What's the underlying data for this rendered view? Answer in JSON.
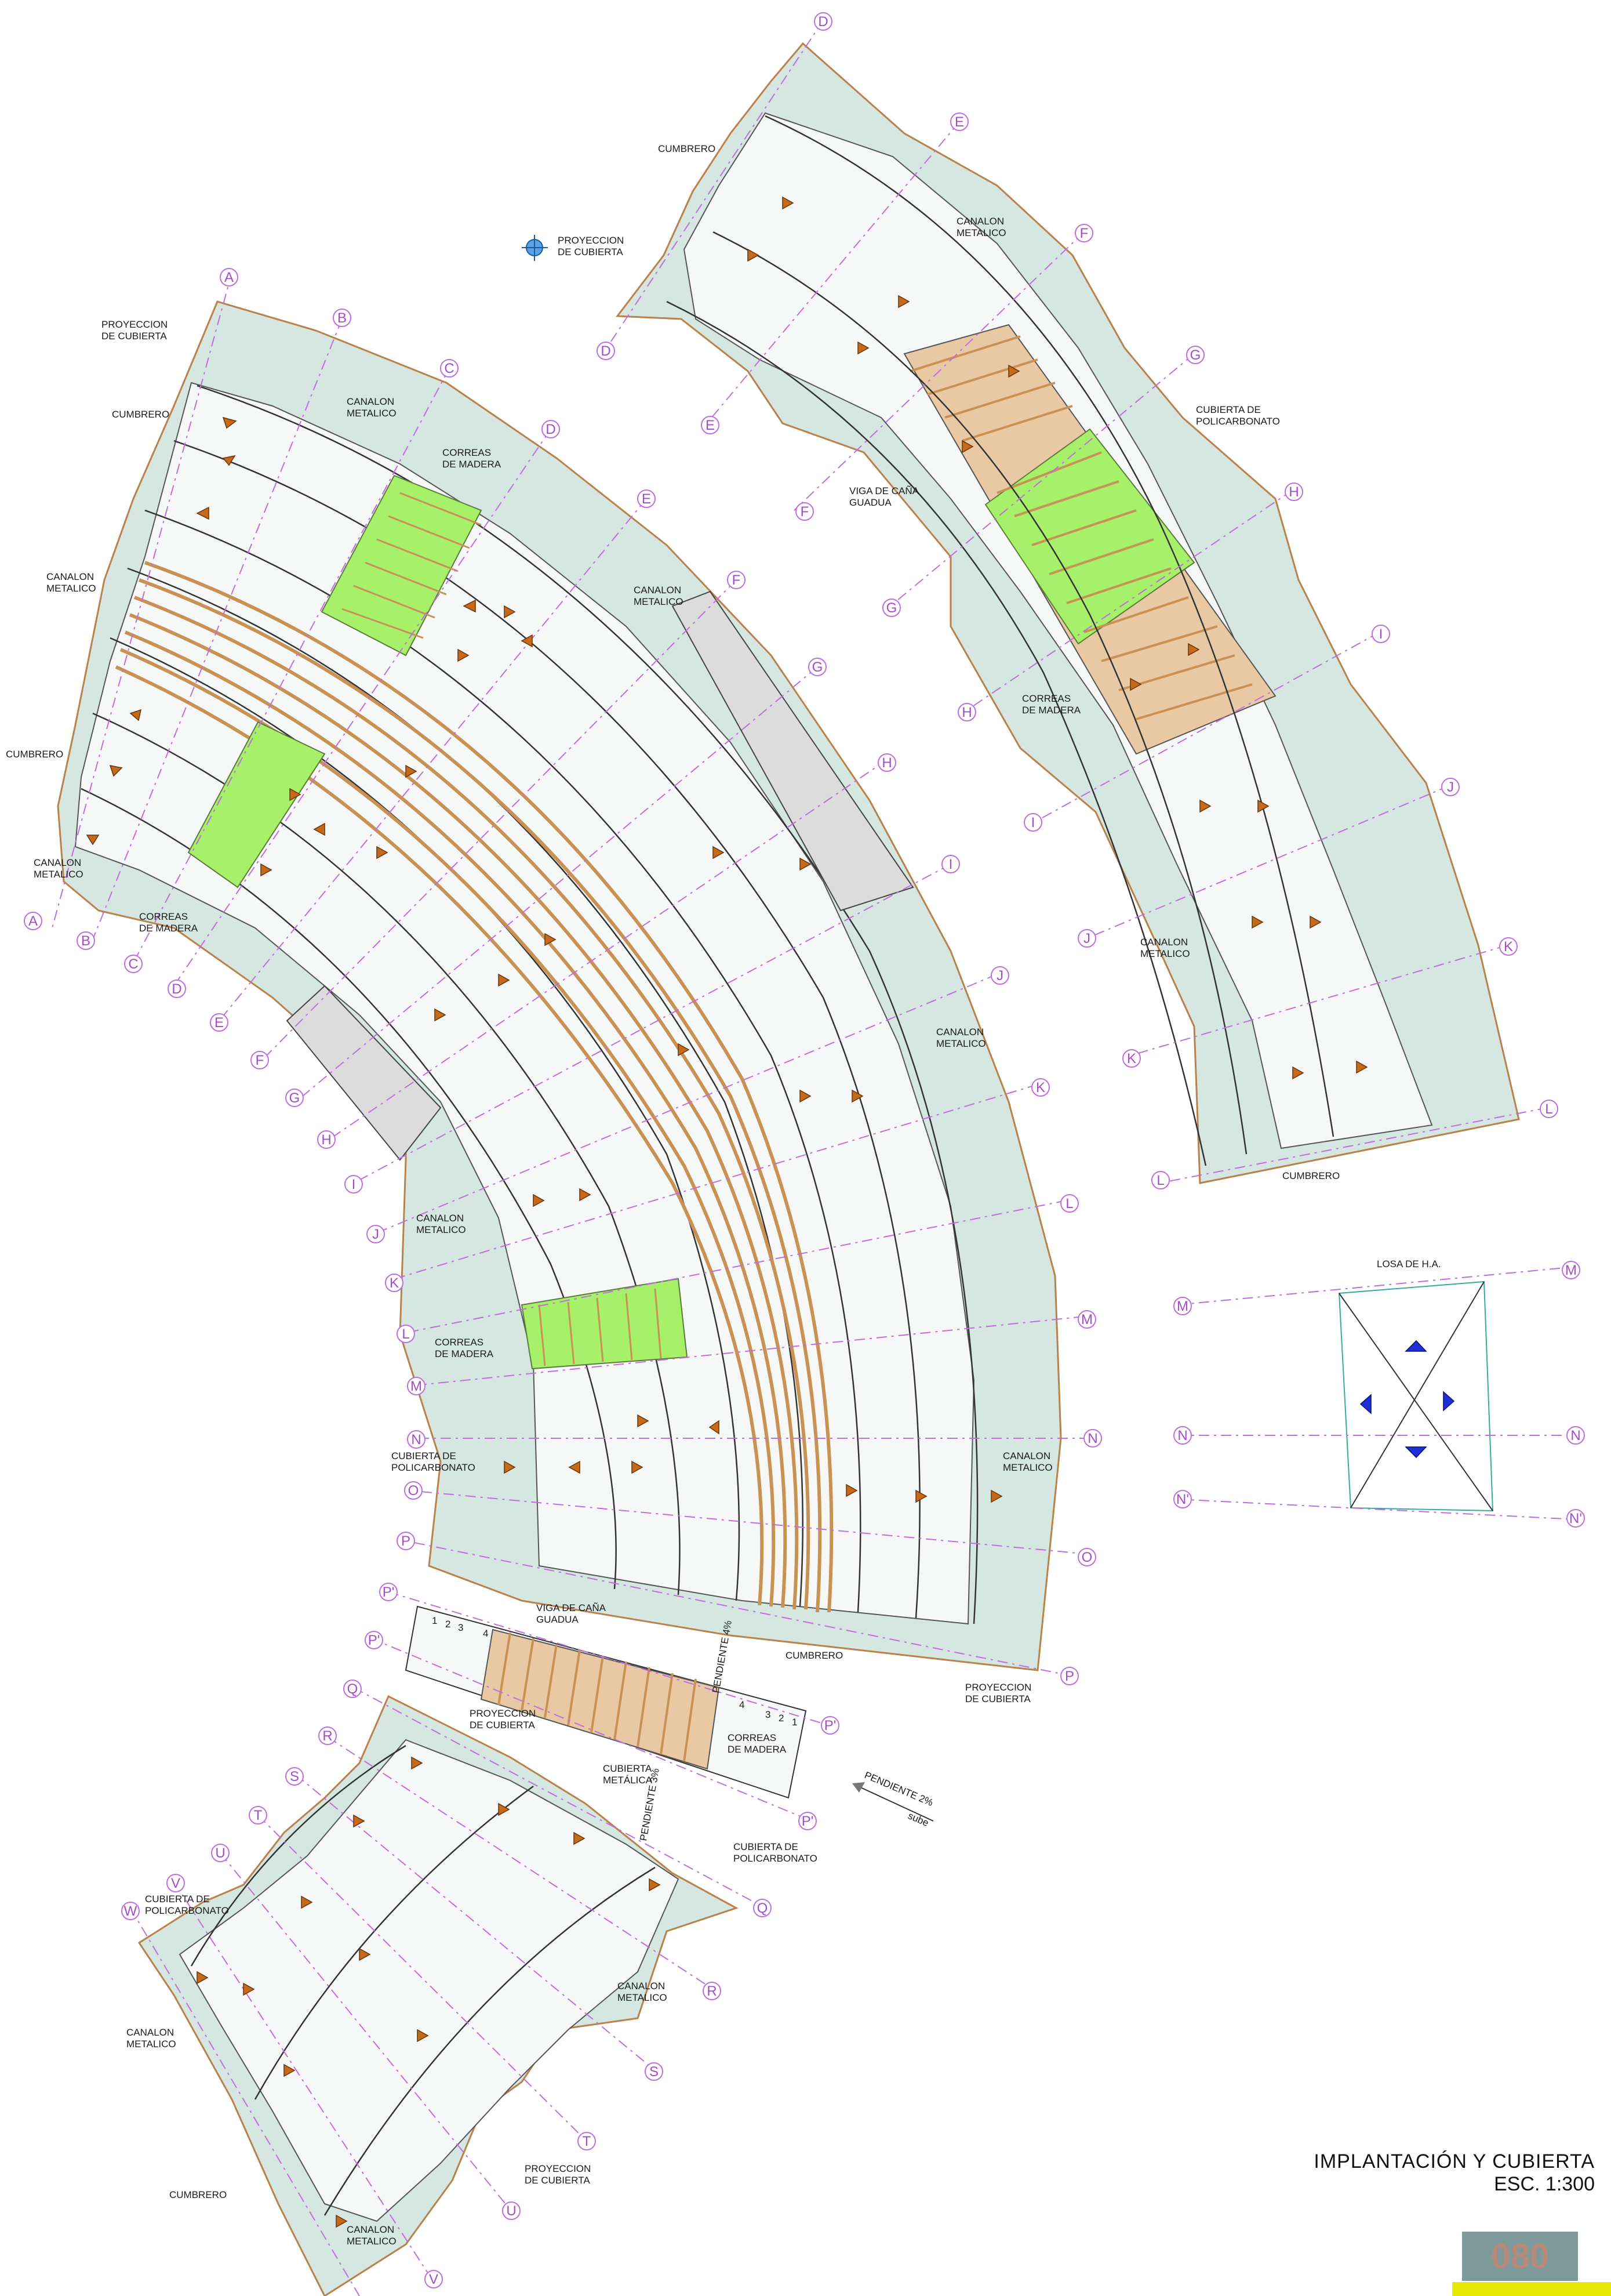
{
  "sheet": {
    "title": "IMPLANTACIÓN Y CUBIERTA",
    "scale": "ESC. 1:300",
    "number": "080"
  },
  "colors": {
    "roof_fill": "#d6e6e0",
    "roof_edge": "#b8824a",
    "polycarb_fill": "#a6f06a",
    "wood_fill": "#e9c9a4",
    "gray_fill": "#dcdcdc",
    "axis": "#c06de0",
    "arrow": "#c46a18",
    "blue_arrow": "#1e2fd6"
  },
  "axes_left": [
    "A",
    "B",
    "C",
    "D",
    "E",
    "F",
    "G",
    "H",
    "I",
    "J",
    "K",
    "L",
    "M",
    "N",
    "O",
    "P"
  ],
  "axes_right_outer": [
    "F",
    "G",
    "H",
    "I",
    "J",
    "K",
    "L",
    "M",
    "N",
    "O",
    "P"
  ],
  "axes_upper": [
    "D",
    "E",
    "F",
    "G",
    "H",
    "I",
    "J",
    "K",
    "L"
  ],
  "axes_lower": [
    "Q",
    "R",
    "S",
    "T",
    "U",
    "V",
    "W"
  ],
  "axes_box": [
    "M",
    "N",
    "N'"
  ],
  "axes_bridge": [
    "P'",
    "P'",
    "P'",
    "P'"
  ],
  "labels": {
    "proyeccion_cubierta": "PROYECCION\nDE CUBIERTA",
    "cumbrero": "CUMBRERO",
    "canalon_metalico": "CANALON\nMETALICO",
    "correas_de_madera": "CORREAS\nDE MADERA",
    "cubierta_policarbonato": "CUBIERTA DE\nPOLICARBONATO",
    "viga_cana_guadua": "VIGA DE CAÑA\nGUADUA",
    "losa_ha": "LOSA DE H.A.",
    "cubierta_metalica": "CUBIERTA\nMETÁLICA",
    "pendiente_2": "PENDIENTE 2%",
    "sube": "sube",
    "pendiente_4": "PENDIENTE 4%",
    "pendiente_3": "PENDIENTE 3%"
  },
  "bridge_numbers": [
    "1",
    "2",
    "3",
    "4"
  ]
}
